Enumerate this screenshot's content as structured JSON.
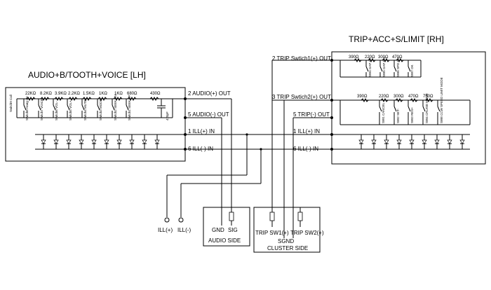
{
  "left_module": {
    "title": "AUDIO+B/TOOTH+VOICE [LH]",
    "resistors": [
      "22KΩ",
      "8.2KΩ",
      "3.9KΩ",
      "2.2KΩ",
      "1.5KΩ",
      "1KΩ",
      "1KΩ",
      "680Ω",
      "430Ω"
    ],
    "switches": [
      "Switch9 Call",
      "Switch8 Hang Up",
      "Switch7 VOICE",
      "Switch6 VOL-",
      "Switch5 VOL+",
      "Switch4 MUTE",
      "Switch3 MODE",
      "Switch2 SEEK DN",
      "Switch1 SEEK UP"
    ],
    "capacitor": "470pF",
    "pins": [
      "2 AUDIO(+) OUT",
      "5 AUDIO(-) OUT",
      "1 ILL(+) IN",
      "6 ILL(-) IN"
    ]
  },
  "right_module": {
    "title": "TRIP+ACC+S/LIMIT [RH]",
    "row1_resistors": [
      "390Ω",
      "220Ω",
      "300Ω",
      "470Ω"
    ],
    "row1_switches": [
      "SW4 GAP UP",
      "SW5 GAP DN",
      "SW6 SPD DN",
      "SW7 OK"
    ],
    "row2_resistors": [
      "390Ω",
      "220Ω",
      "300Ω",
      "470Ω",
      "750Ω"
    ],
    "row2_switches": [
      "SW1 CANCEL",
      "SW2 SET-",
      "SW3 RES+",
      "SW4 CRUISE MODE",
      "SW8 CCW SPEED LIMIT MODE"
    ],
    "pins": [
      "2 TRIP Swtich1(+) OUT",
      "3 TRIP Swtich2(+) OUT",
      "5 TRIP(-) OUT",
      "1 ILL(+) IN",
      "6 ILL(-) IN"
    ]
  },
  "audio_side": {
    "title": "AUDIO SIDE",
    "gnd": "GND",
    "sig": "SIG"
  },
  "cluster_side": {
    "title": "CLUSTER SIDE",
    "sw1": "TRIP SW1(+)",
    "sw2": "TRIP SW2(+)",
    "sgnd": "SGND"
  },
  "ill_labels": {
    "plus": "ILL(+)",
    "minus": "ILL(-)"
  }
}
